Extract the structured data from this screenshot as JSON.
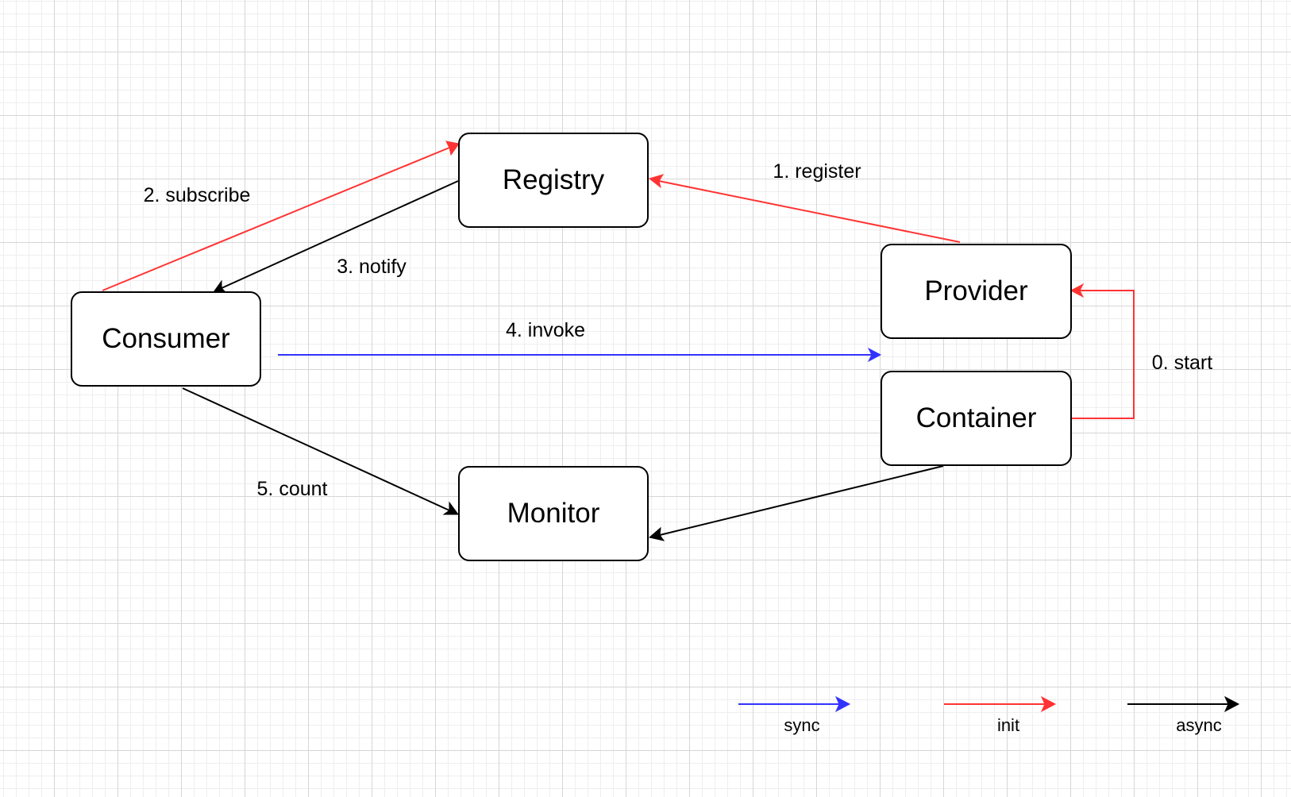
{
  "colors": {
    "sync": "#3333ff",
    "init": "#ff3333",
    "async": "#000000"
  },
  "nodes": {
    "registry": "Registry",
    "consumer": "Consumer",
    "provider": "Provider",
    "container": "Container",
    "monitor": "Monitor"
  },
  "edges": [
    {
      "id": "start",
      "label": "0. start",
      "from": "Container",
      "to": "Provider",
      "kind": "init"
    },
    {
      "id": "register",
      "label": "1. register",
      "from": "Provider",
      "to": "Registry",
      "kind": "init"
    },
    {
      "id": "subscribe",
      "label": "2. subscribe",
      "from": "Consumer",
      "to": "Registry",
      "kind": "init"
    },
    {
      "id": "notify",
      "label": "3. notify",
      "from": "Registry",
      "to": "Consumer",
      "kind": "async"
    },
    {
      "id": "invoke",
      "label": "4. invoke",
      "from": "Consumer",
      "to": "Provider",
      "kind": "sync"
    },
    {
      "id": "count",
      "label": "5. count",
      "from": "Consumer",
      "to": "Monitor",
      "kind": "async"
    },
    {
      "id": "container-monitor",
      "label": "",
      "from": "Container",
      "to": "Monitor",
      "kind": "async"
    }
  ],
  "legend": [
    {
      "label": "sync",
      "kind": "sync"
    },
    {
      "label": "init",
      "kind": "init"
    },
    {
      "label": "async",
      "kind": "async"
    }
  ]
}
